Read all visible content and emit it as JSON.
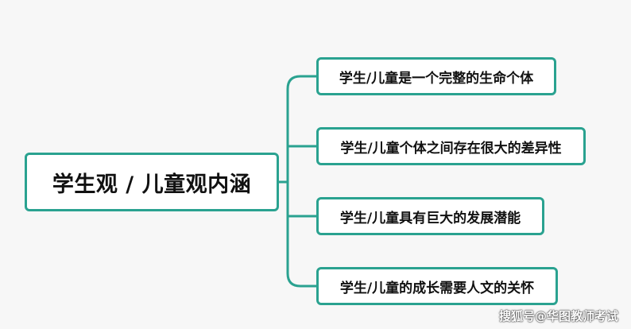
{
  "root": {
    "label": "学生观 / 儿童观内涵"
  },
  "children": [
    {
      "label": "学生/儿童是一个完整的生命个体"
    },
    {
      "label": "学生/儿童个体之间存在很大的差异性"
    },
    {
      "label": "学生/儿童具有巨大的发展潜能"
    },
    {
      "label": "学生/儿童的成长需要人文的关怀"
    }
  ],
  "watermark": {
    "text": "搜狐号@华图教师考试"
  },
  "colors": {
    "accent": "#2aa290",
    "background": "#f7f7f7",
    "node_fill": "#ffffff",
    "text": "#111111"
  }
}
